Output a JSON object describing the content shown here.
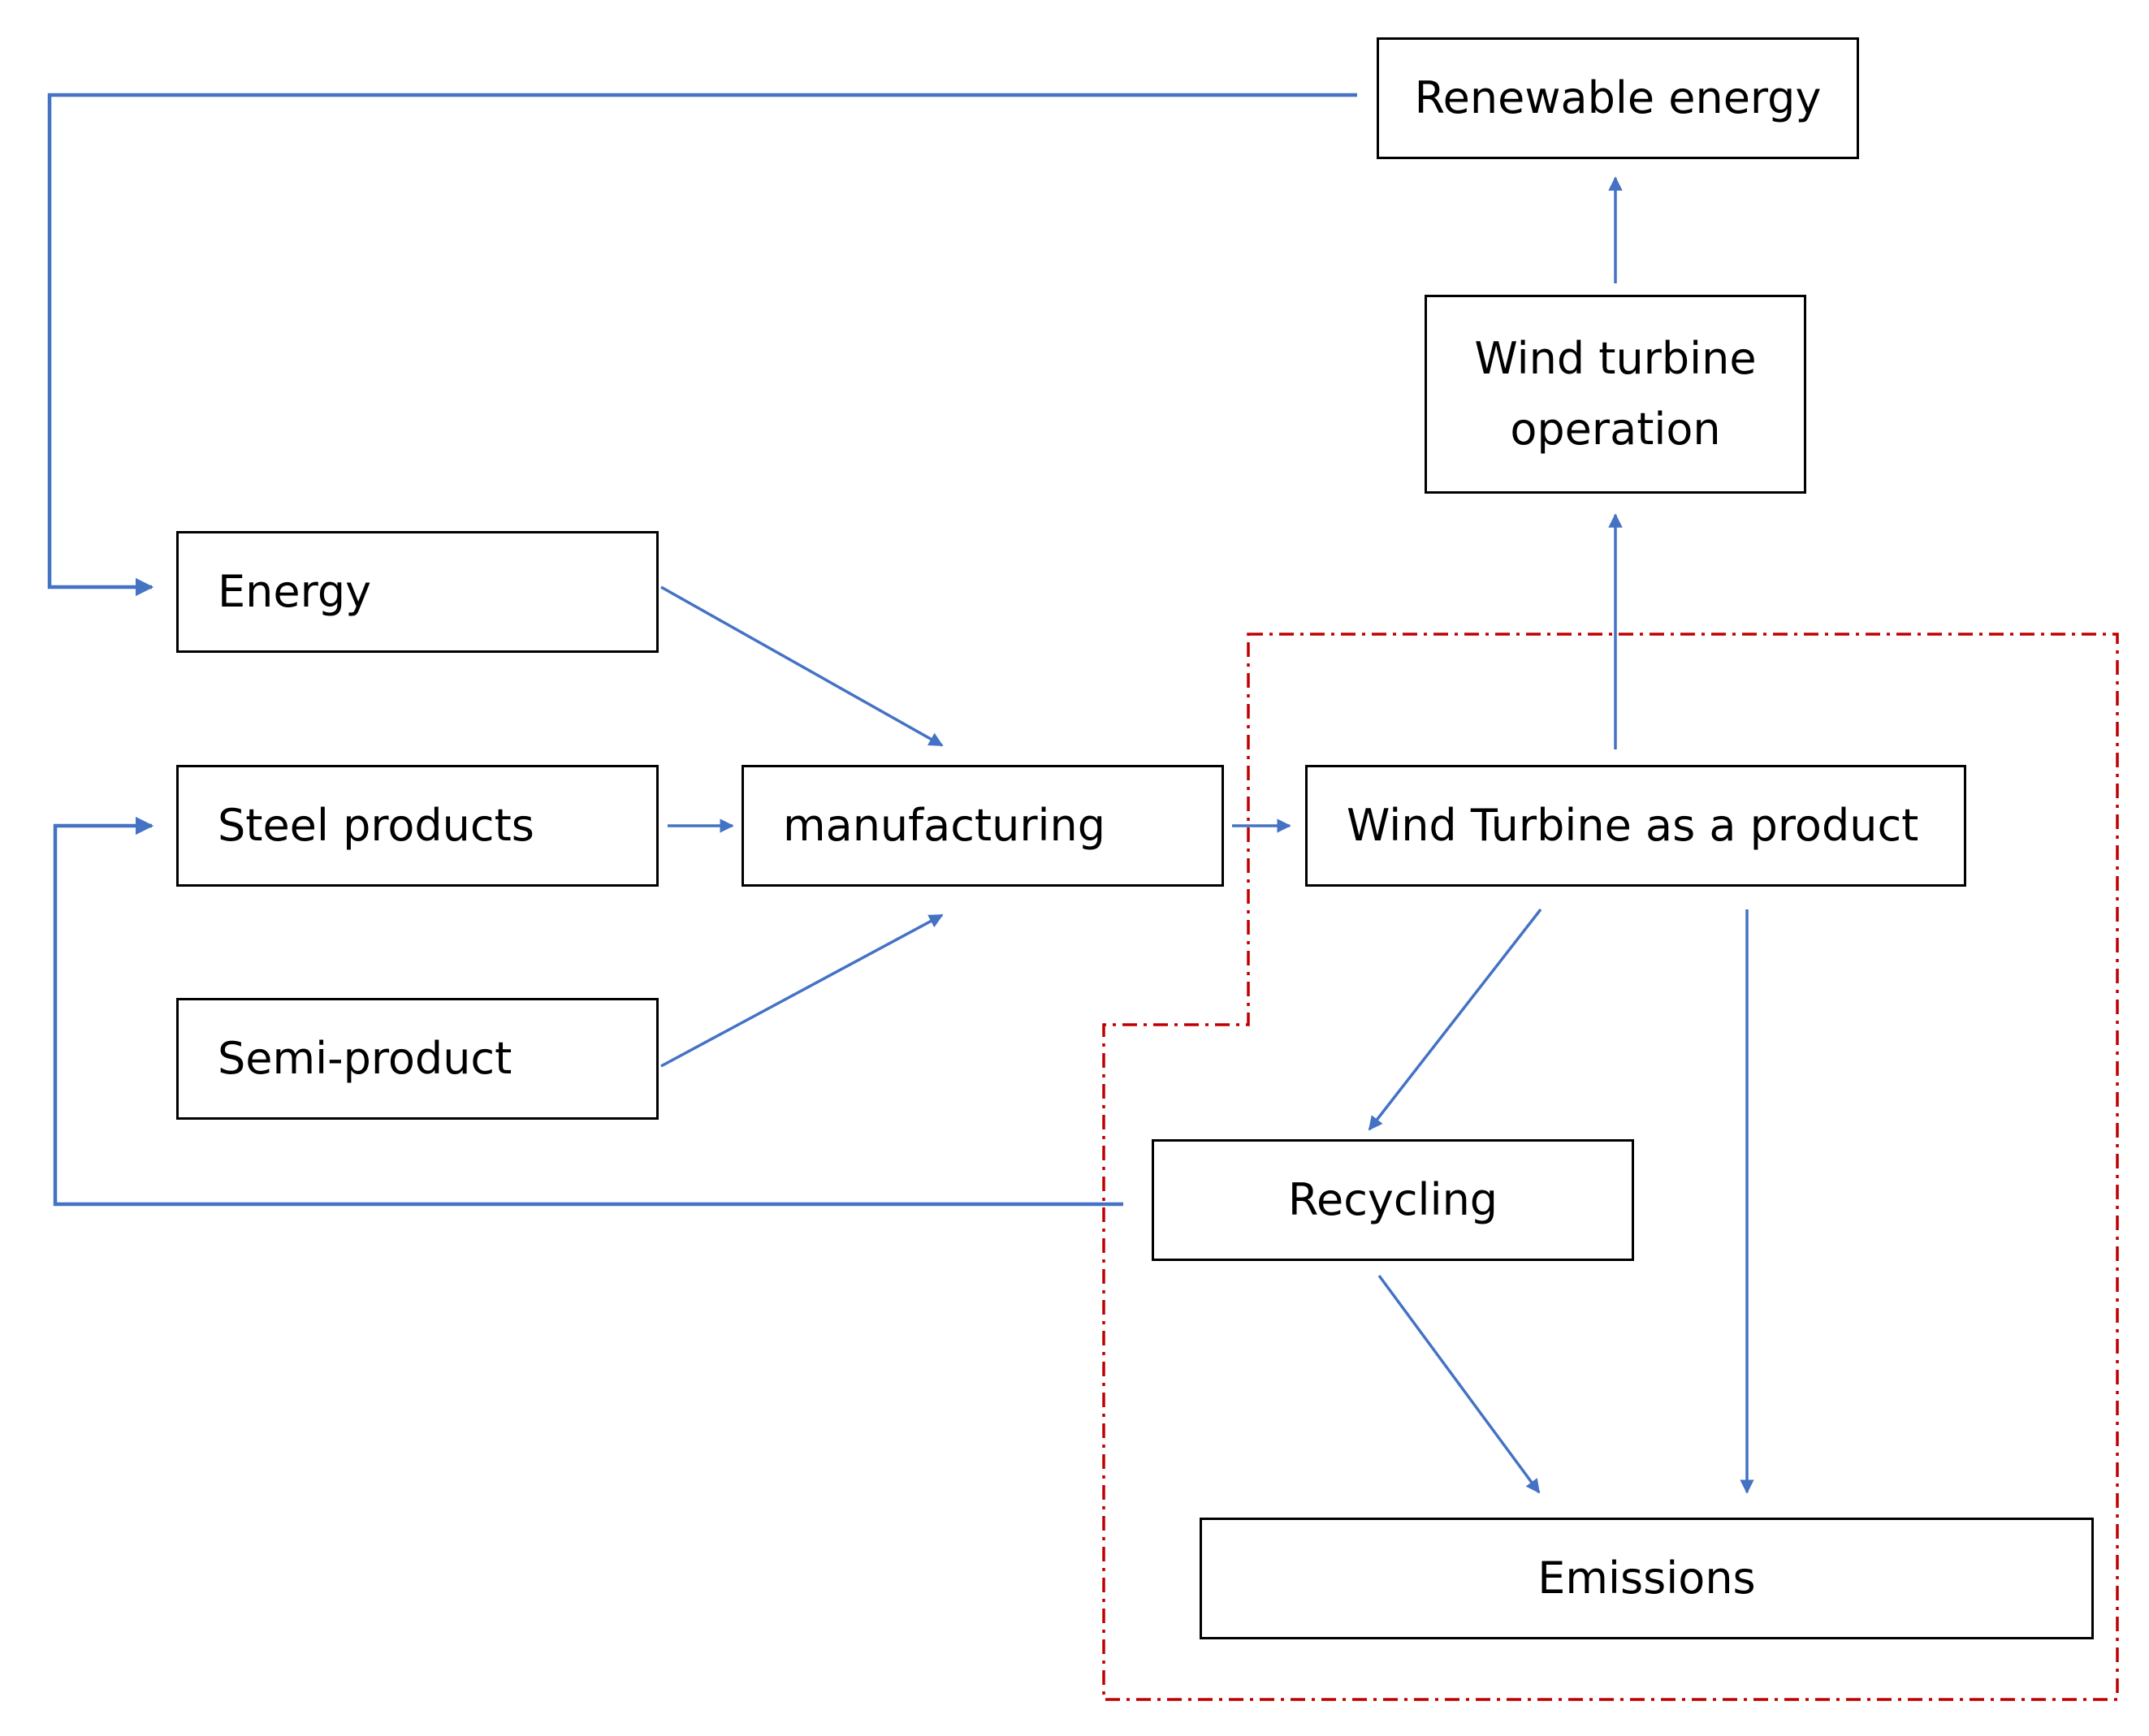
{
  "diagram": {
    "nodes": {
      "renewable_energy": "Renewable energy",
      "wind_turbine_operation": "Wind turbine operation",
      "energy": "Energy",
      "steel_products": "Steel products",
      "manufacturing": "manufacturing",
      "semi_product": "Semi-product",
      "wind_turbine_product": "Wind Turbine as a product",
      "recycling": "Recycling",
      "emissions": "Emissions"
    },
    "edges": [
      {
        "from": "renewable_energy",
        "to": "energy",
        "kind": "feedback"
      },
      {
        "from": "energy",
        "to": "manufacturing"
      },
      {
        "from": "steel_products",
        "to": "manufacturing"
      },
      {
        "from": "semi_product",
        "to": "manufacturing"
      },
      {
        "from": "manufacturing",
        "to": "wind_turbine_product"
      },
      {
        "from": "wind_turbine_product",
        "to": "wind_turbine_operation"
      },
      {
        "from": "wind_turbine_operation",
        "to": "renewable_energy"
      },
      {
        "from": "wind_turbine_product",
        "to": "recycling"
      },
      {
        "from": "wind_turbine_product",
        "to": "emissions"
      },
      {
        "from": "recycling",
        "to": "emissions"
      },
      {
        "from": "recycling",
        "to": "steel_products",
        "kind": "feedback"
      }
    ],
    "boundary": {
      "style": "dash-dot",
      "encloses": [
        "wind_turbine_product",
        "recycling",
        "emissions"
      ]
    },
    "colors": {
      "arrow": "#4472c4",
      "box_border": "#000000",
      "boundary": "#c00000",
      "text": "#000000",
      "background": "#ffffff"
    }
  }
}
